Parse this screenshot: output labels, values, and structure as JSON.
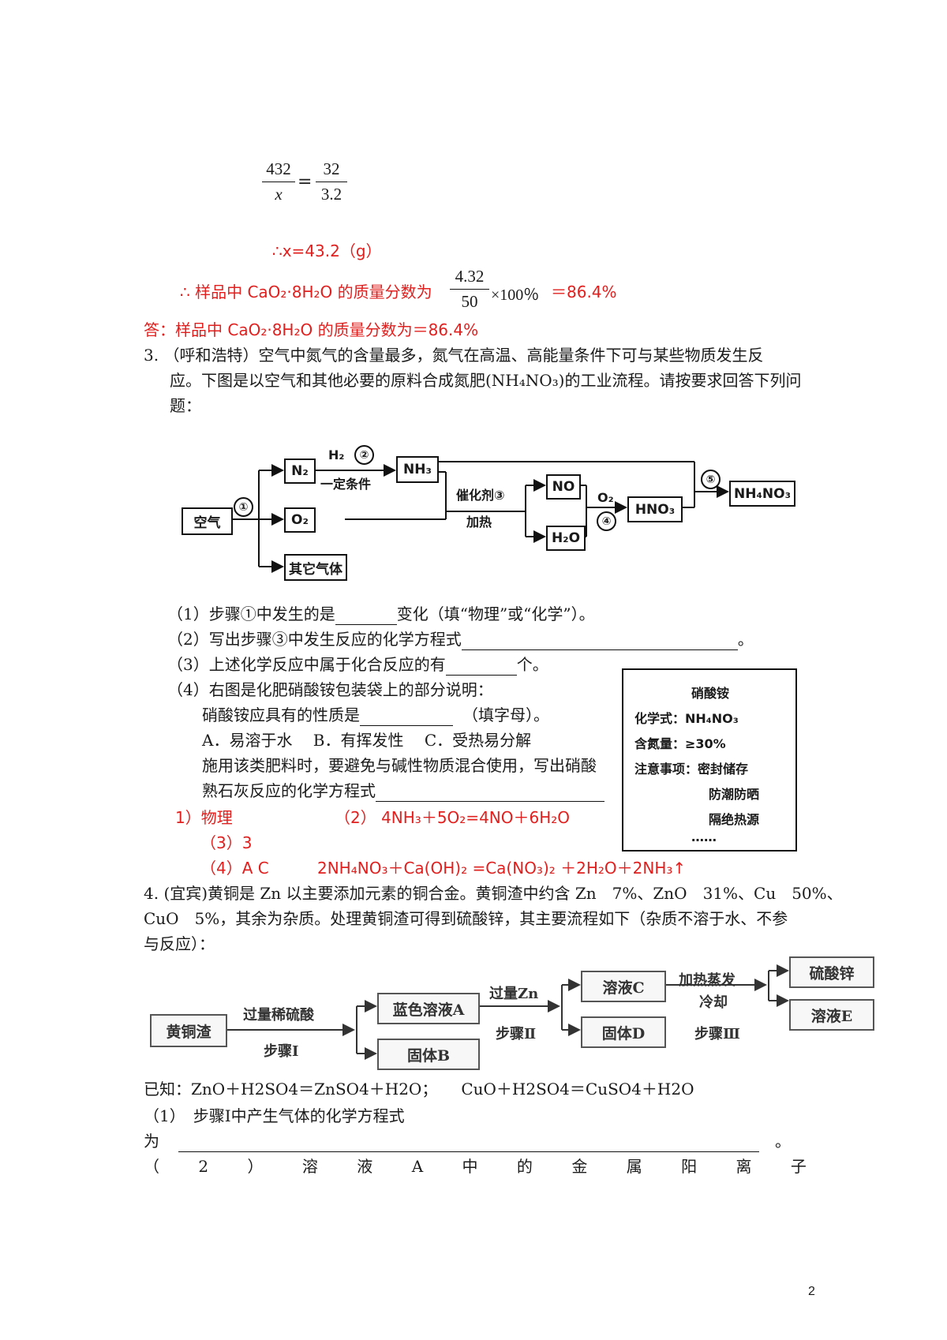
{
  "calc": {
    "frac1_num": "432",
    "frac1_den": "x",
    "eq": "=",
    "frac2_num": "32",
    "frac2_den": "3.2",
    "result_x": "∴x=43.2（g）",
    "mass_prefix": "∴ 样品中 CaO₂·8H₂O 的质量分数为",
    "frac3_num": "4.32",
    "frac3_den": "50",
    "mass_times": "×100％",
    "mass_suffix": "＝86.4%",
    "answer": "答：样品中 CaO₂·8H₂O 的质量分数为＝86.4%"
  },
  "q3": {
    "line1": "3. （呼和浩特）空气中氮气的含量最多，氮气在高温、高能量条件下可与某些物质发生反",
    "line2": "应。下图是以空气和其他必要的原料合成氮肥(NH₄NO₃)的工业流程。请按要求回答下列问",
    "line3": "题：",
    "flow": {
      "air": "空气",
      "n2": "N₂",
      "o2": "O₂",
      "other": "其它气体",
      "nh3": "NH₃",
      "no": "NO",
      "h2o": "H₂O",
      "hno3": "HNO₃",
      "nh4no3": "NH₄NO₃",
      "h2": "H₂",
      "cond": "一定条件",
      "cat": "催化剂③",
      "heat": "加热",
      "o2_label": "O₂",
      "c1": "①",
      "c2": "②",
      "c4": "④",
      "c5": "⑤"
    },
    "sub1": "（1）步骤①中发生的是",
    "sub1_end": "变化（填“物理”或“化学”）。",
    "sub2": "（2）写出步骤③中发生反应的化学方程式",
    "sub2_end": "。",
    "sub3": "（3）上述化学反应中属于化合反应的有",
    "sub3_end": "个。",
    "sub4": "（4）右图是化肥硝酸铵包装袋上的部分说明：",
    "sub4_a": "硝酸铵应具有的性质是",
    "sub4_a_end": "（填字母）。",
    "options": "A．易溶于水　 B．有挥发性　 C．受热易分解",
    "sub4_b": "施用该类肥料时，要避免与碱性物质混合使用，写出硝酸",
    "sub4_c": "熟石灰反应的化学方程式",
    "ans1": "1）物理",
    "ans2": "（2） 4NH₃＋5O₂=4NO＋6H₂O",
    "ans3": "（3）3",
    "ans4": "（4）A C",
    "ans4_eq": "2NH₄NO₃＋Ca(OH)₂ =Ca(NO₃)₂ ＋2H₂O＋2NH₃↑",
    "label": {
      "title": "硝酸铵",
      "formula": "化学式：NH₄NO₃",
      "nitrogen": "含氮量：≥30%",
      "notes": "注意事项：密封储存",
      "note2": "防潮防晒",
      "note3": "隔绝热源",
      "more": "……"
    }
  },
  "q4": {
    "line1": "4. (宜宾)黄铜是 Zn 以主要添加元素的铜合金。黄铜渣中约含 Zn　7%、ZnO　31%、Cu　50%、",
    "line2": "CuO　5%，其余为杂质。处理黄铜渣可得到硫酸锌，其主要流程如下（杂质不溶于水、不参",
    "line3": "与反应）：",
    "flow": {
      "brass": "黄铜渣",
      "acid": "过量稀硫酸",
      "step1": "步骤Ⅰ",
      "blue": "蓝色溶液A",
      "solidB": "固体B",
      "zn": "过量Zn",
      "step2": "步骤Ⅱ",
      "solC": "溶液C",
      "solidD": "固体D",
      "evap": "加热蒸发",
      "cool": "冷却",
      "step3": "步骤Ⅲ",
      "znso4": "硫酸锌",
      "solE": "溶液E"
    },
    "known": "已知：ZnO＋H2SO4＝ZnSO4＋H2O；　　CuO＋H2SO4＝CuSO4＋H2O",
    "sub1": "（1）　步骤Ⅰ中产生气体的化学方程式",
    "sub1_wei": "为",
    "sub1_end": "。",
    "sub2_chars": [
      "（",
      "2",
      "）",
      "溶",
      "液",
      "A",
      "中",
      "的",
      "金",
      "属",
      "阳",
      "离",
      "子"
    ]
  },
  "page_number": "2"
}
